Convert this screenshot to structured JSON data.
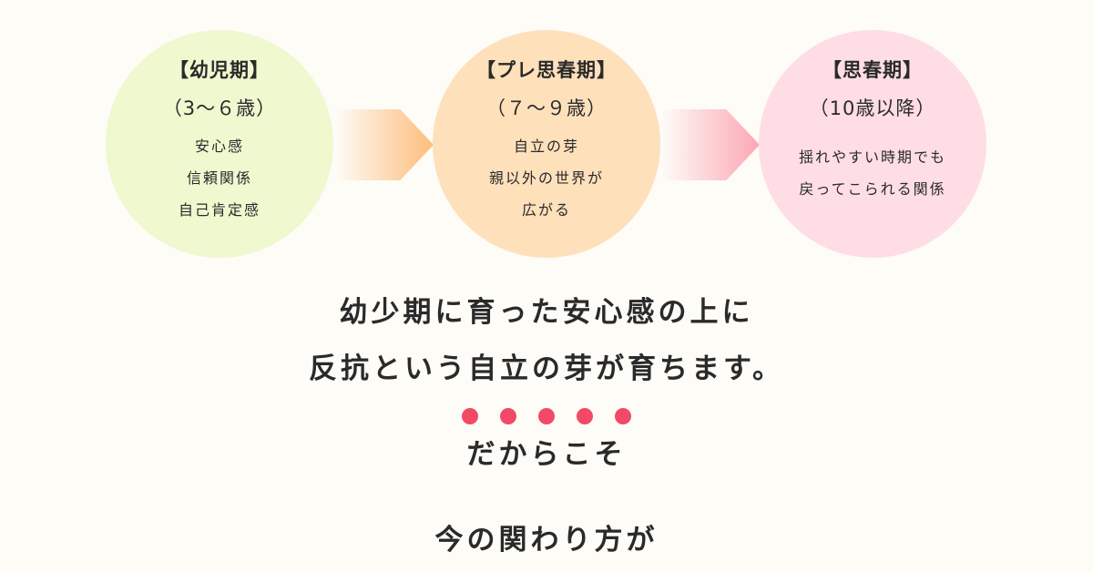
{
  "stages": [
    {
      "title": "【幼児期】",
      "age": "（3～６歳）",
      "items": [
        "安心感",
        "信頼関係",
        "自己肯定感"
      ],
      "color": "#eff8cf"
    },
    {
      "title": "【プレ思春期】",
      "age": "（７～９歳）",
      "items": [
        "自立の芽",
        "親以外の世界が",
        "広がる"
      ],
      "color": "#fee0bb"
    },
    {
      "title": "【思春期】",
      "age": "（10歳以降）",
      "items": [
        "揺れやすい時期でも",
        "戻ってこられる関係"
      ],
      "color": "#fedde4"
    }
  ],
  "message": {
    "line1": "幼少期に育った安心感の上に",
    "line2": "反抗という自立の芽が育ちます。",
    "emphasis": "だからこそ",
    "line3": "今の関わり方が"
  },
  "accent_color": "#f24a66"
}
